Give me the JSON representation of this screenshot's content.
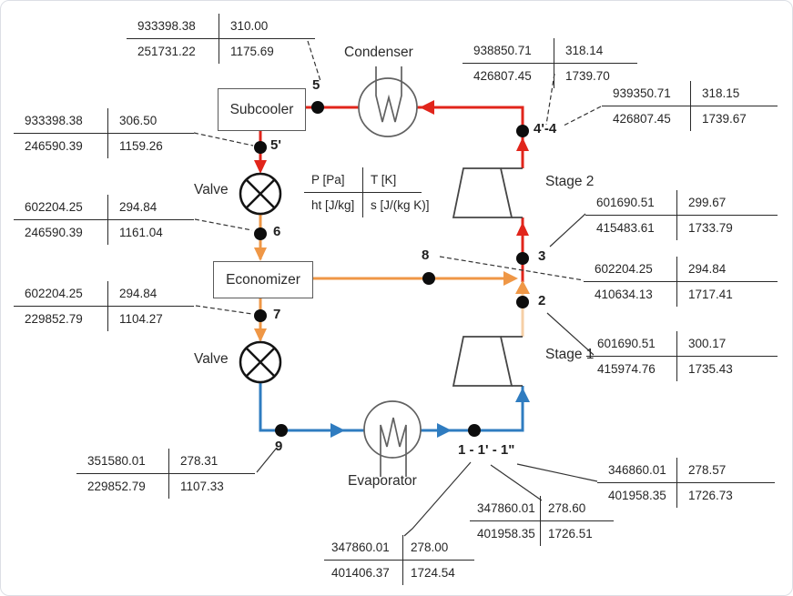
{
  "legend": {
    "p": "P [Pa]",
    "t": "T [K]",
    "h": "ht [J/kg]",
    "s": "s [J/(kg K)]"
  },
  "components": {
    "condenser": "Condenser",
    "subcooler": "Subcooler",
    "valve_upper": "Valve",
    "economizer": "Economizer",
    "valve_lower": "Valve",
    "evaporator": "Evaporator",
    "stage2": "Stage 2",
    "stage1": "Stage 1"
  },
  "points": {
    "p5": "5",
    "p5prime": "5'",
    "p6": "6",
    "p7": "7",
    "p8": "8",
    "p9": "9",
    "p1": "1 - 1' - 1\"",
    "p2": "2",
    "p3": "3",
    "p4": "4'-4"
  },
  "tables": {
    "t5": {
      "p": "933398.38",
      "t": "310.00",
      "h": "251731.22",
      "s": "1175.69"
    },
    "t5p": {
      "p": "933398.38",
      "t": "306.50",
      "h": "246590.39",
      "s": "1159.26"
    },
    "t6": {
      "p": "602204.25",
      "t": "294.84",
      "h": "246590.39",
      "s": "1161.04"
    },
    "t7": {
      "p": "602204.25",
      "t": "294.84",
      "h": "229852.79",
      "s": "1104.27"
    },
    "t9": {
      "p": "351580.01",
      "t": "278.31",
      "h": "229852.79",
      "s": "1107.33"
    },
    "t44a": {
      "p": "938850.71",
      "t": "318.14",
      "h": "426807.45",
      "s": "1739.70"
    },
    "t44b": {
      "p": "939350.71",
      "t": "318.15",
      "h": "426807.45",
      "s": "1739.67"
    },
    "t3": {
      "p": "601690.51",
      "t": "299.67",
      "h": "415483.61",
      "s": "1733.79"
    },
    "t8": {
      "p": "602204.25",
      "t": "294.84",
      "h": "410634.13",
      "s": "1717.41"
    },
    "t2": {
      "p": "601690.51",
      "t": "300.17",
      "h": "415974.76",
      "s": "1735.43"
    },
    "t1r": {
      "p": "346860.01",
      "t": "278.57",
      "h": "401958.35",
      "s": "1726.73"
    },
    "t1m": {
      "p": "347860.01",
      "t": "278.60",
      "h": "401958.35",
      "s": "1726.51"
    },
    "t1b": {
      "p": "347860.01",
      "t": "278.00",
      "h": "401406.37",
      "s": "1724.54"
    }
  },
  "colors": {
    "high_pressure_red": "#e1251b",
    "intermediate_orange": "#ef9746",
    "mixed_peach": "#f6cfa6",
    "low_pressure_blue": "#2f7cc0",
    "component_gray": "#616161",
    "leader_dark": "#333333"
  }
}
